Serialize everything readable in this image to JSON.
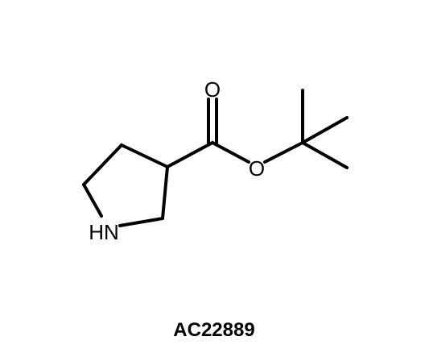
{
  "molecule": {
    "atoms": {
      "carbonyl_oxygen": "O",
      "ester_oxygen": "O",
      "ring_nitrogen": "HN"
    },
    "compound_id": "AC22889"
  },
  "colors": {
    "background": "#ffffff",
    "ink": "#000000"
  }
}
